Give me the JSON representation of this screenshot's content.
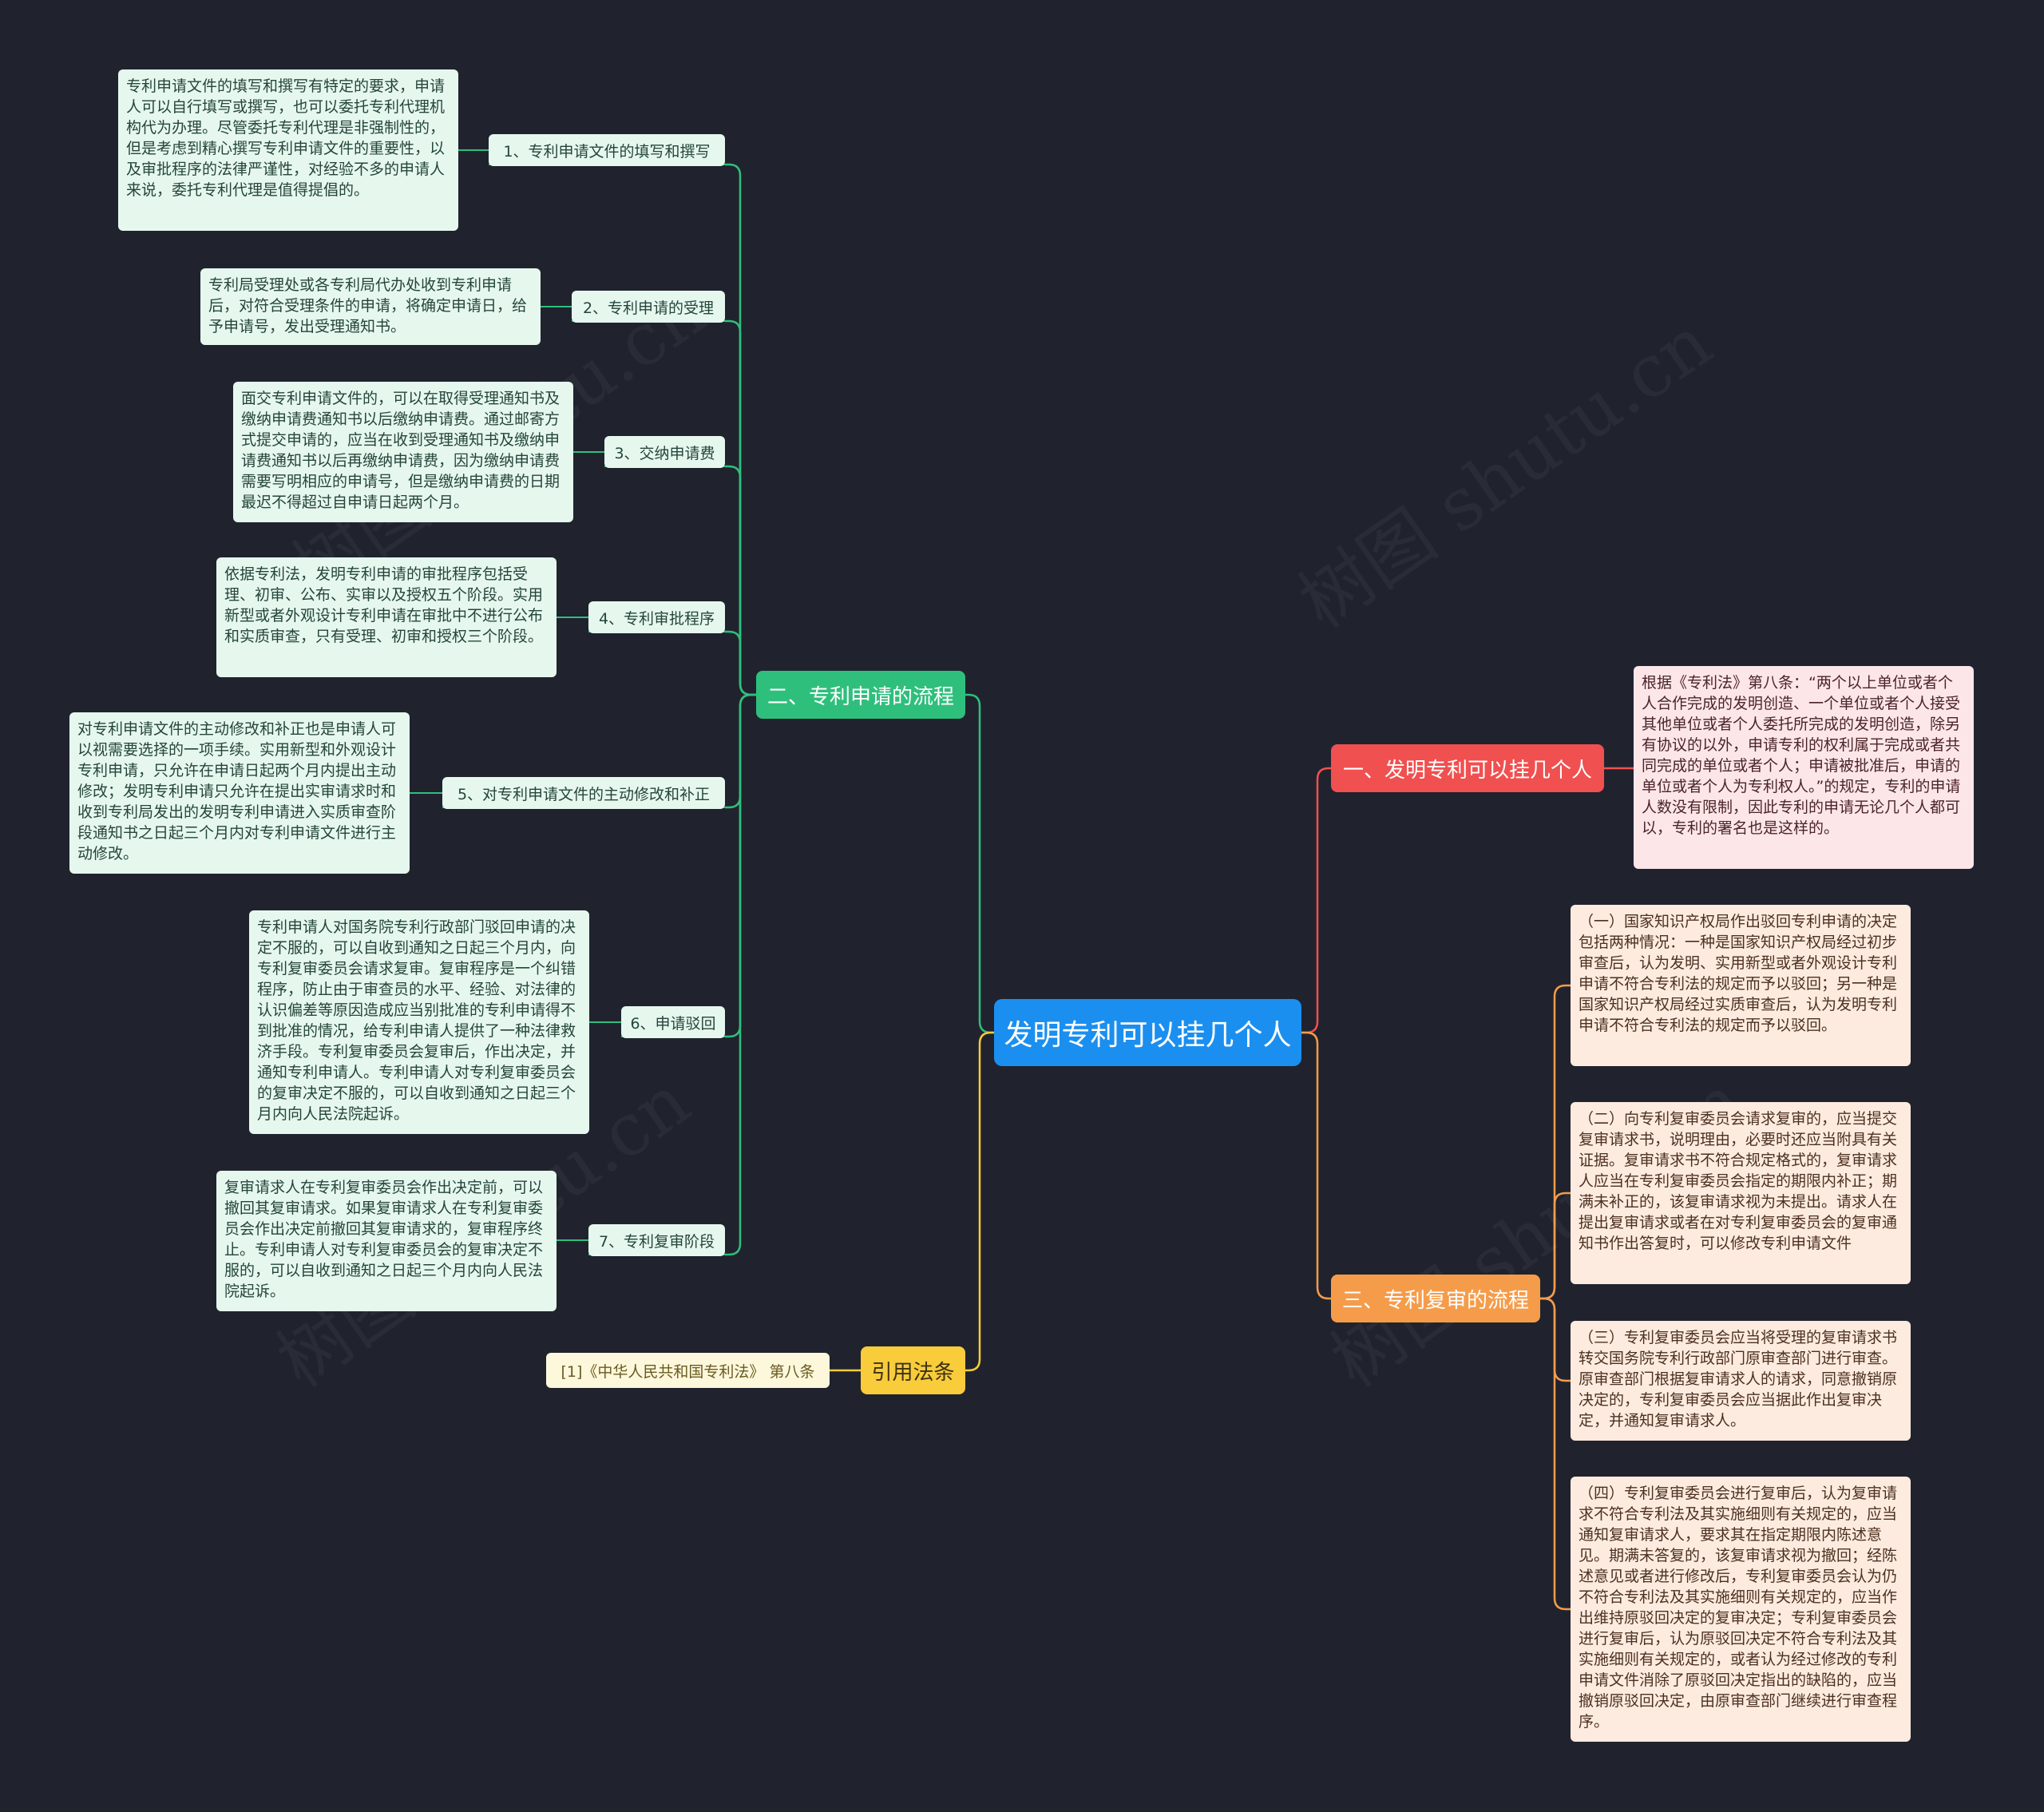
{
  "watermark": "树图 shutu.cn",
  "root": {
    "label": "发明专利可以挂几个人"
  },
  "branches": {
    "one": {
      "label": "一、发明专利可以挂几个人",
      "leaf": "根据《专利法》第八条：“两个以上单位或者个人合作完成的发明创造、一个单位或者个人接受其他单位或者个人委托所完成的发明创造，除另有协议的以外，申请专利的权利属于完成或者共同完成的单位或者个人；申请被批准后，申请的单位或者个人为专利权人。”的规定，专利的申请人数没有限制，因此专利的申请无论几个人都可以，专利的署名也是这样的。"
    },
    "two": {
      "label": "二、专利申请的流程",
      "items": [
        {
          "label": "1、专利申请文件的填写和撰写",
          "text": "专利申请文件的填写和撰写有特定的要求，申请人可以自行填写或撰写，也可以委托专利代理机构代为办理。尽管委托专利代理是非强制性的，但是考虑到精心撰写专利申请文件的重要性，以及审批程序的法律严谨性，对经验不多的申请人来说，委托专利代理是值得提倡的。"
        },
        {
          "label": "2、专利申请的受理",
          "text": "专利局受理处或各专利局代办处收到专利申请后，对符合受理条件的申请，将确定申请日，给予申请号，发出受理通知书。"
        },
        {
          "label": "3、交纳申请费",
          "text": "面交专利申请文件的，可以在取得受理通知书及缴纳申请费通知书以后缴纳申请费。通过邮寄方式提交申请的，应当在收到受理通知书及缴纳申请费通知书以后再缴纳申请费，因为缴纳申请费需要写明相应的申请号，但是缴纳申请费的日期最迟不得超过自申请日起两个月。"
        },
        {
          "label": "4、专利审批程序",
          "text": "依据专利法，发明专利申请的审批程序包括受理、初审、公布、实审以及授权五个阶段。实用新型或者外观设计专利申请在审批中不进行公布和实质审查，只有受理、初审和授权三个阶段。"
        },
        {
          "label": "5、对专利申请文件的主动修改和补正",
          "text": "对专利申请文件的主动修改和补正也是申请人可以视需要选择的一项手续。实用新型和外观设计专利申请，只允许在申请日起两个月内提出主动修改；发明专利申请只允许在提出实审请求时和收到专利局发出的发明专利申请进入实质审查阶段通知书之日起三个月内对专利申请文件进行主动修改。"
        },
        {
          "label": "6、申请驳回",
          "text": "专利申请人对国务院专利行政部门驳回申请的决定不服的，可以自收到通知之日起三个月内，向专利复审委员会请求复审。复审程序是一个纠错程序，防止由于审查员的水平、经验、对法律的认识偏差等原因造成应当别批准的专利申请得不到批准的情况，给专利申请人提供了一种法律救济手段。专利复审委员会复审后，作出决定，并通知专利申请人。专利申请人对专利复审委员会的复审决定不服的，可以自收到通知之日起三个月内向人民法院起诉。"
        },
        {
          "label": "7、专利复审阶段",
          "text": "复审请求人在专利复审委员会作出决定前，可以撤回其复审请求。如果复审请求人在专利复审委员会作出决定前撤回其复审请求的，复审程序终止。专利申请人对专利复审委员会的复审决定不服的，可以自收到通知之日起三个月内向人民法院起诉。"
        }
      ]
    },
    "three": {
      "label": "三、专利复审的流程",
      "items": [
        "（一）国家知识产权局作出驳回专利申请的决定包括两种情况：一种是国家知识产权局经过初步审查后，认为发明、实用新型或者外观设计专利申请不符合专利法的规定而予以驳回；另一种是国家知识产权局经过实质审查后，认为发明专利申请不符合专利法的规定而予以驳回。",
        "（二）向专利复审委员会请求复审的，应当提交复审请求书，说明理由，必要时还应当附具有关证据。复审请求书不符合规定格式的，复审请求人应当在专利复审委员会指定的期限内补正；期满未补正的，该复审请求视为未提出。请求人在提出复审请求或者在对专利复审委员会的复审通知书作出答复时，可以修改专利申请文件",
        "（三）专利复审委员会应当将受理的复审请求书转交国务院专利行政部门原审查部门进行审查。原审查部门根据复审请求人的请求，同意撤销原决定的，专利复审委员会应当据此作出复审决定，并通知复审请求人。",
        "（四）专利复审委员会进行复审后，认为复审请求不符合专利法及其实施细则有关规定的，应当通知复审请求人，要求其在指定期限内陈述意见。期满未答复的，该复审请求视为撤回；经陈述意见或者进行修改后，专利复审委员会认为仍不符合专利法及其实施细则有关规定的，应当作出维持原驳回决定的复审决定；专利复审委员会进行复审后，认为原驳回决定不符合专利法及其实施细则有关规定的，或者认为经过修改的专利申请文件消除了原驳回决定指出的缺陷的，应当撤销原驳回决定，由原审查部门继续进行审查程序。"
      ]
    },
    "law": {
      "label": "引用法条",
      "leaf": "[1]《中华人民共和国专利法》 第八条"
    }
  },
  "colors": {
    "red": "#f05050",
    "orange": "#f59c4b",
    "green": "#2fbf7c",
    "yellow": "#f8cc3a",
    "root": "#1b8ff0",
    "background": "#20232e"
  }
}
